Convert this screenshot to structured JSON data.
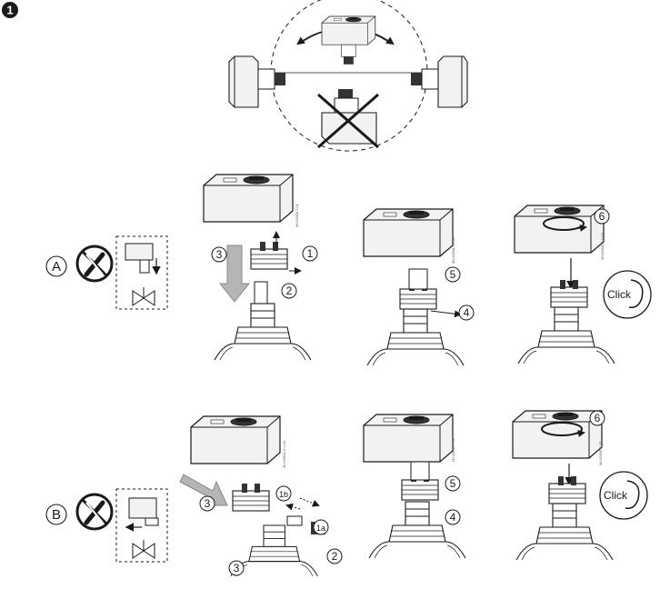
{
  "page": {
    "step_number": "1"
  },
  "orientation": {
    "forbidden_mark": "X"
  },
  "row_a": {
    "label": "A",
    "callouts": [
      "①",
      "②",
      "③",
      "④",
      "⑤",
      "⑥"
    ],
    "click_text": "Click",
    "codes": [
      "MV10000.T.01",
      "MV10008-4.V.02",
      "MV10000.S.V.03"
    ]
  },
  "row_b": {
    "label": "B",
    "callouts": [
      "①b",
      "①a",
      "②",
      "③",
      "③",
      "④",
      "⑤",
      "⑥"
    ],
    "click_text": "Click",
    "codes": [
      "MV10004-N.V.02",
      "MV10005.T.01",
      "MV10005.S.03"
    ]
  },
  "colors": {
    "line": "#1a1a1a",
    "body_fill": "#f2f2f2",
    "arrow_gray": "#b5b5b5"
  }
}
